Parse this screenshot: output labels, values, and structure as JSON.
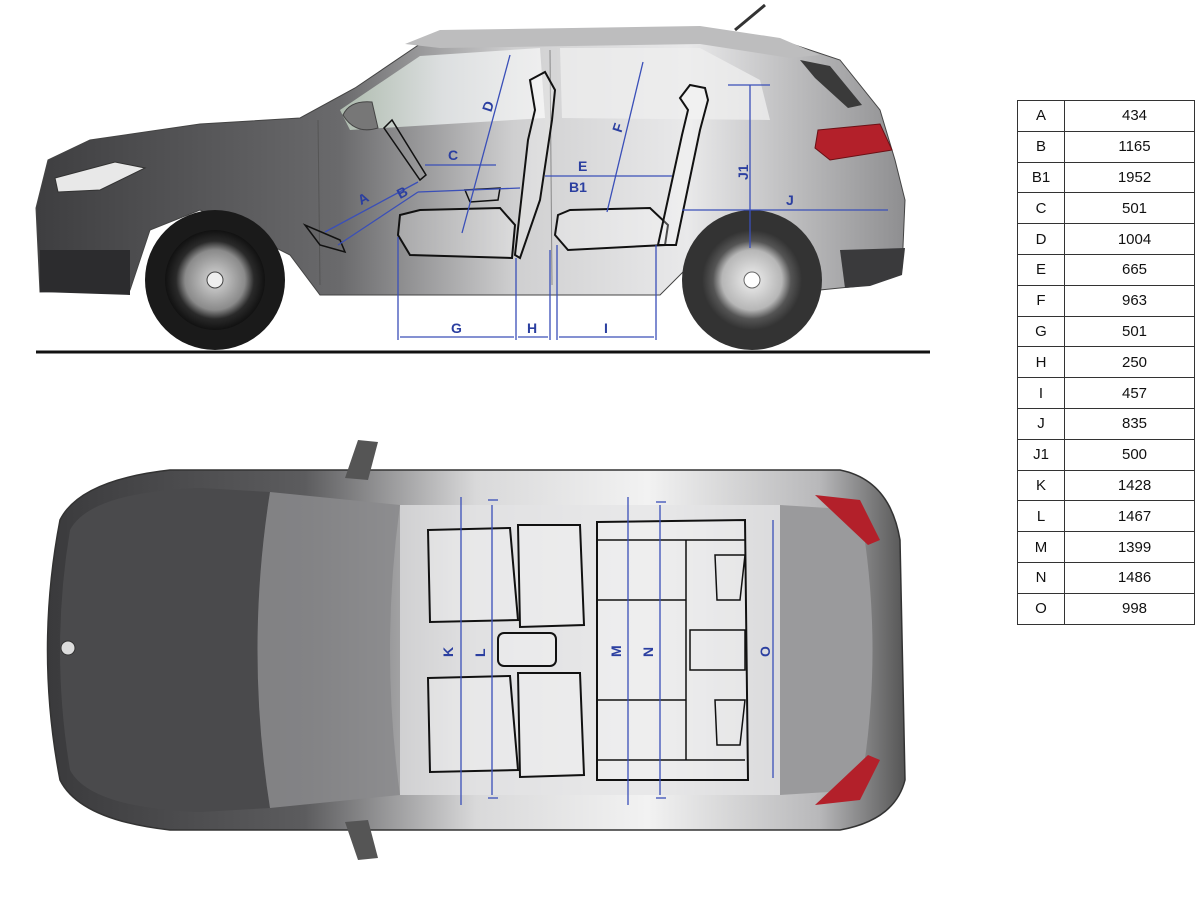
{
  "labels": {
    "side": {
      "A": "A",
      "B": "B",
      "B1": "B1",
      "C": "C",
      "D": "D",
      "E": "E",
      "F": "F",
      "G": "G",
      "H": "H",
      "I": "I",
      "J": "J",
      "J1": "J1"
    },
    "top": {
      "K": "K",
      "L": "L",
      "M": "M",
      "N": "N",
      "O": "O"
    }
  },
  "dimensions": [
    {
      "key": "A",
      "value": "434"
    },
    {
      "key": "B",
      "value": "1165"
    },
    {
      "key": "B1",
      "value": "1952"
    },
    {
      "key": "C",
      "value": "501"
    },
    {
      "key": "D",
      "value": "1004"
    },
    {
      "key": "E",
      "value": "665"
    },
    {
      "key": "F",
      "value": "963"
    },
    {
      "key": "G",
      "value": "501"
    },
    {
      "key": "H",
      "value": "250"
    },
    {
      "key": "I",
      "value": "457"
    },
    {
      "key": "J",
      "value": "835"
    },
    {
      "key": "J1",
      "value": "500"
    },
    {
      "key": "K",
      "value": "1428"
    },
    {
      "key": "L",
      "value": "1467"
    },
    {
      "key": "M",
      "value": "1399"
    },
    {
      "key": "N",
      "value": "1486"
    },
    {
      "key": "O",
      "value": "998"
    }
  ],
  "colors": {
    "dimension_line": "#3a4fb8",
    "dimension_text": "#2b3fa0",
    "car_body": "#5a5a5c",
    "tail_light": "#b3202a"
  }
}
